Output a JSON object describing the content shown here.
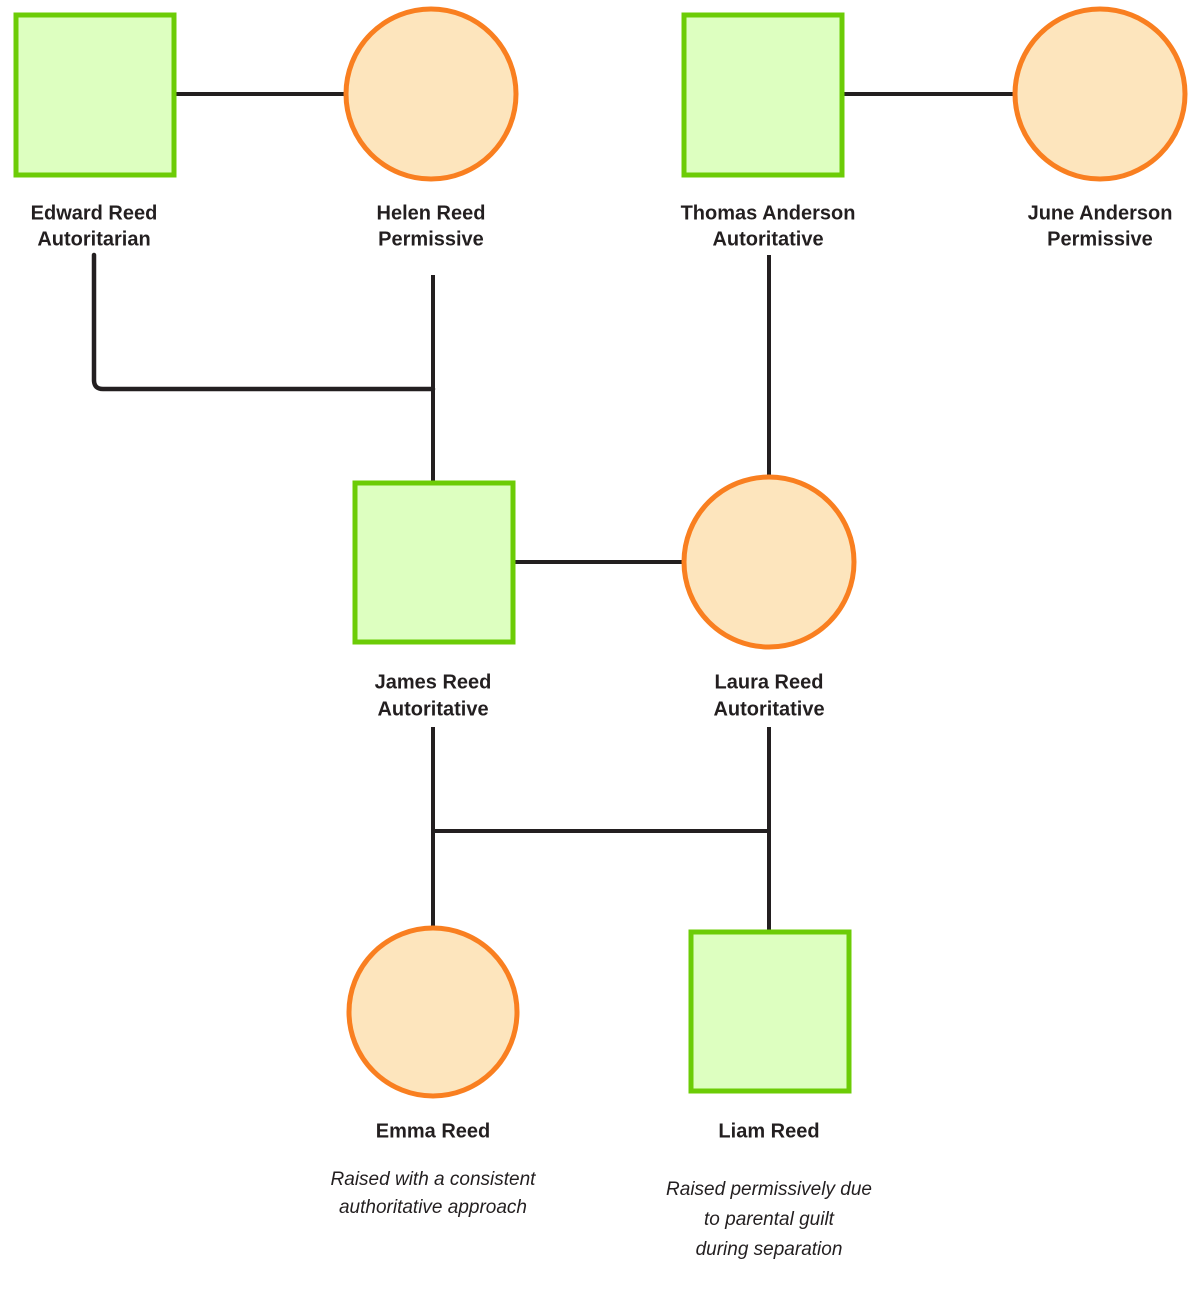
{
  "diagram": {
    "type": "genogram",
    "title": "",
    "colors": {
      "male_fill": "#ddffc0",
      "male_stroke": "#6ccc06",
      "female_fill": "#fde5bd",
      "female_stroke": "#f97f20",
      "line": "#231f20",
      "text": "#231f20",
      "background": "#ffffff"
    },
    "legend": {
      "square_means": "male",
      "circle_means": "female"
    }
  },
  "people": [
    {
      "id": "edward",
      "name": "Edward Reed",
      "style": "Autoritarian",
      "shape": "square",
      "generation": 1
    },
    {
      "id": "helen",
      "name": "Helen Reed",
      "style": "Permissive",
      "shape": "circle",
      "generation": 1
    },
    {
      "id": "thomas",
      "name": "Thomas Anderson",
      "style": "Autoritative",
      "shape": "square",
      "generation": 1
    },
    {
      "id": "june",
      "name": "June Anderson",
      "style": "Permissive",
      "shape": "circle",
      "generation": 1
    },
    {
      "id": "james",
      "name": "James Reed",
      "style": "Autoritative",
      "shape": "square",
      "generation": 2
    },
    {
      "id": "laura",
      "name": "Laura Reed",
      "style": "Autoritative",
      "shape": "circle",
      "generation": 2
    },
    {
      "id": "emma",
      "name": "Emma Reed",
      "style": "",
      "shape": "circle",
      "generation": 3,
      "note": "Raised with a consistent authoritative approach",
      "note_lines": [
        "Raised with a consistent",
        "authoritative approach"
      ]
    },
    {
      "id": "liam",
      "name": "Liam Reed",
      "style": "",
      "shape": "square",
      "generation": 3,
      "note": "Raised permissively due to parental guilt during separation",
      "note_lines": [
        "Raised permissively due",
        "to parental guilt",
        "during separation"
      ]
    }
  ],
  "labels": {
    "edward_name": "Edward Reed",
    "edward_style": "Autoritarian",
    "helen_name": "Helen Reed",
    "helen_style": "Permissive",
    "thomas_name": "Thomas Anderson",
    "thomas_style": "Autoritative",
    "june_name": "June Anderson",
    "june_style": "Permissive",
    "james_name": "James Reed",
    "james_style": "Autoritative",
    "laura_name": "Laura Reed",
    "laura_style": "Autoritative",
    "emma_name": "Emma Reed",
    "emma_note_1": "Raised with a consistent",
    "emma_note_2": "authoritative approach",
    "liam_name": "Liam Reed",
    "liam_note_1": "Raised permissively due",
    "liam_note_2": "to parental guilt",
    "liam_note_3": "during separation"
  },
  "relationships": [
    {
      "type": "partnership",
      "from": "edward",
      "to": "helen"
    },
    {
      "type": "partnership",
      "from": "thomas",
      "to": "june"
    },
    {
      "type": "partnership",
      "from": "james",
      "to": "laura"
    },
    {
      "type": "child-of",
      "parent": "edward",
      "child": "james"
    },
    {
      "type": "child-of",
      "parent": "helen",
      "child": "james"
    },
    {
      "type": "child-of",
      "parent": "thomas",
      "child": "laura"
    },
    {
      "type": "child-of",
      "parent": "june",
      "child": "laura"
    },
    {
      "type": "child-of",
      "parent": "james",
      "child": "emma"
    },
    {
      "type": "child-of",
      "parent": "laura",
      "child": "liam"
    }
  ]
}
